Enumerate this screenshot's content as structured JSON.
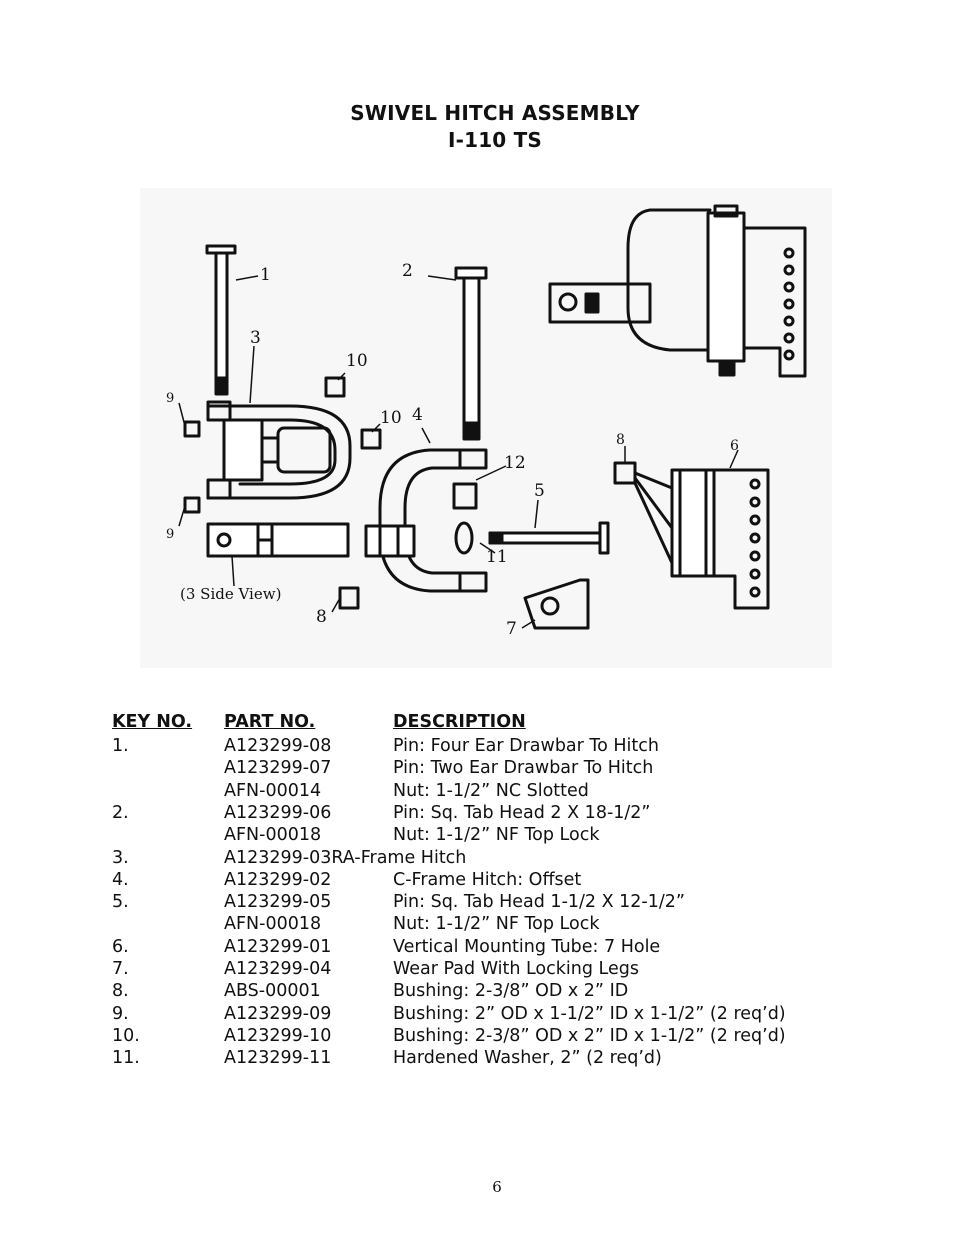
{
  "header": {
    "title_line1": "SWIVEL HITCH ASSEMBLY",
    "title_line2": "I-110 TS"
  },
  "diagram": {
    "callouts": [
      "1",
      "2",
      "3",
      "4",
      "5",
      "6",
      "7",
      "8",
      "9",
      "10",
      "11",
      "12"
    ],
    "side_view_label": "(3 Side View)"
  },
  "parts_table": {
    "headers": {
      "key": "KEY NO.",
      "part": "PART NO.",
      "desc": "DESCRIPTION"
    },
    "rows": [
      {
        "key": " 1.",
        "part": "A123299-08",
        "desc": "Pin: Four Ear Drawbar To Hitch"
      },
      {
        "key": "",
        "part": "A123299-07",
        "desc": "Pin: Two Ear Drawbar To Hitch"
      },
      {
        "key": "",
        "part": "AFN-00014",
        "desc": "Nut: 1-1/2” NC Slotted"
      },
      {
        "key": " 2.",
        "part": "A123299-06",
        "desc": "Pin: Sq. Tab Head 2 X 18-1/2”"
      },
      {
        "key": "",
        "part": "AFN-00018",
        "desc": "Nut: 1-1/2” NF Top Lock"
      },
      {
        "key": " 3.",
        "part": "A123299-03RA-Frame Hitch",
        "desc": ""
      },
      {
        "key": " 4.",
        "part": "A123299-02",
        "desc": "C-Frame Hitch: Offset"
      },
      {
        "key": " 5.",
        "part": "A123299-05",
        "desc": "Pin: Sq. Tab Head 1-1/2 X 12-1/2”"
      },
      {
        "key": "",
        "part": "AFN-00018",
        "desc": "Nut: 1-1/2” NF Top Lock"
      },
      {
        "key": " 6.",
        "part": "A123299-01",
        "desc": "Vertical Mounting Tube: 7 Hole"
      },
      {
        "key": " 7.",
        "part": "A123299-04",
        "desc": "Wear Pad With Locking Legs"
      },
      {
        "key": "8.",
        "part": "ABS-00001",
        "desc": "Bushing: 2-3/8” OD x 2” ID"
      },
      {
        "key": " 9.",
        "part": "A123299-09",
        "desc": "Bushing: 2” OD x 1-1/2” ID x 1-1/2” (2 req’d)"
      },
      {
        "key": "10.",
        "part": "A123299-10",
        "desc": "Bushing: 2-3/8” OD x 2” ID x 1-1/2” (2 req’d)"
      },
      {
        "key": "11.",
        "part": "A123299-11",
        "desc": "Hardened Washer, 2” (2 req’d)"
      }
    ]
  },
  "footer": {
    "page_number": "6"
  }
}
